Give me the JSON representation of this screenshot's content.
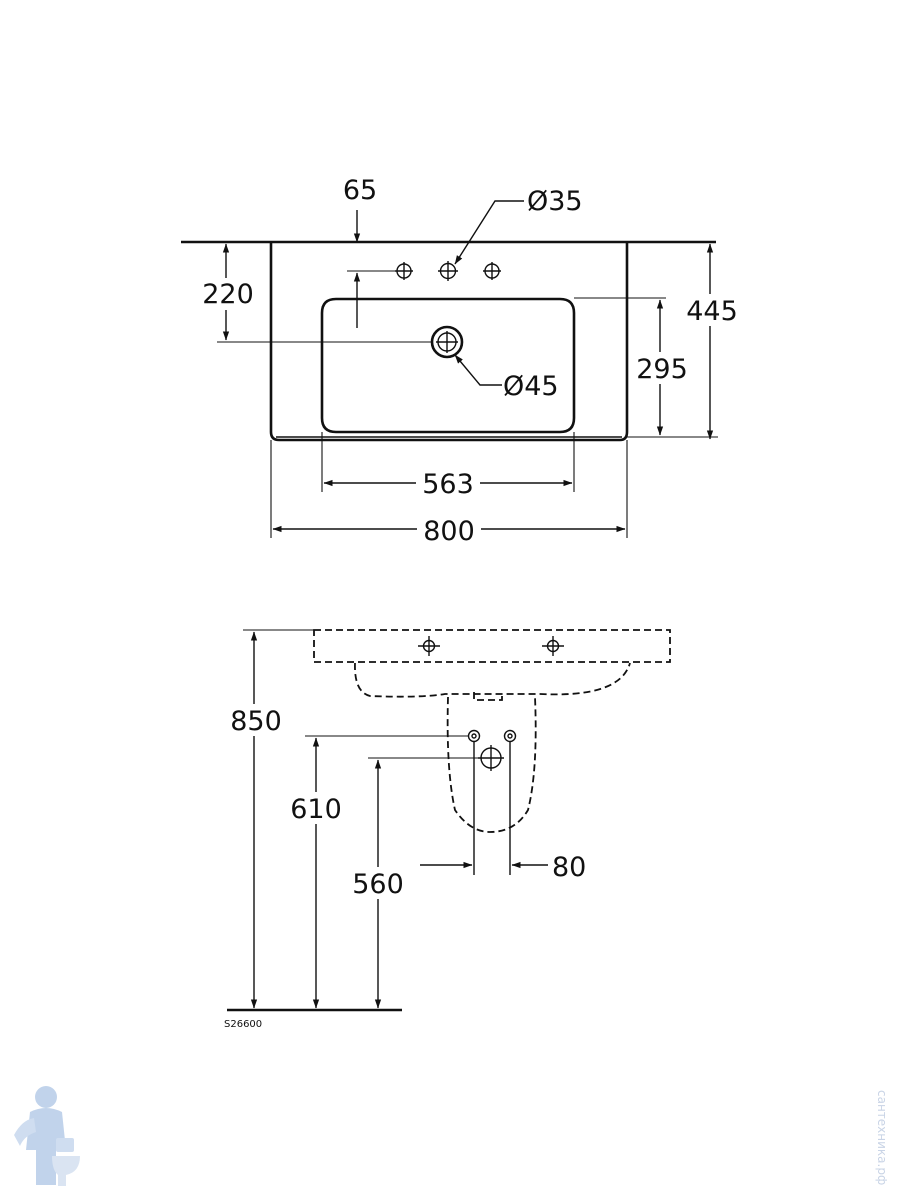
{
  "top_view": {
    "dim_tap_offset": "65",
    "dim_tap_hole": "Ø35",
    "dim_tap_depth": "220",
    "dim_total_depth": "445",
    "dim_bowl_depth": "295",
    "dim_drain": "Ø45",
    "dim_bowl_width": "563",
    "dim_total_width": "800"
  },
  "front_view": {
    "dim_top_height": "850",
    "dim_supply_height": "610",
    "dim_drain_height": "560",
    "dim_supply_spacing": "80",
    "ref_code": "S26600"
  },
  "watermark": {
    "site": "сантехника.рф",
    "logo": "plumber-logo-icon"
  },
  "colors": {
    "line": "#111111",
    "watermark": "#c9d4e6"
  }
}
